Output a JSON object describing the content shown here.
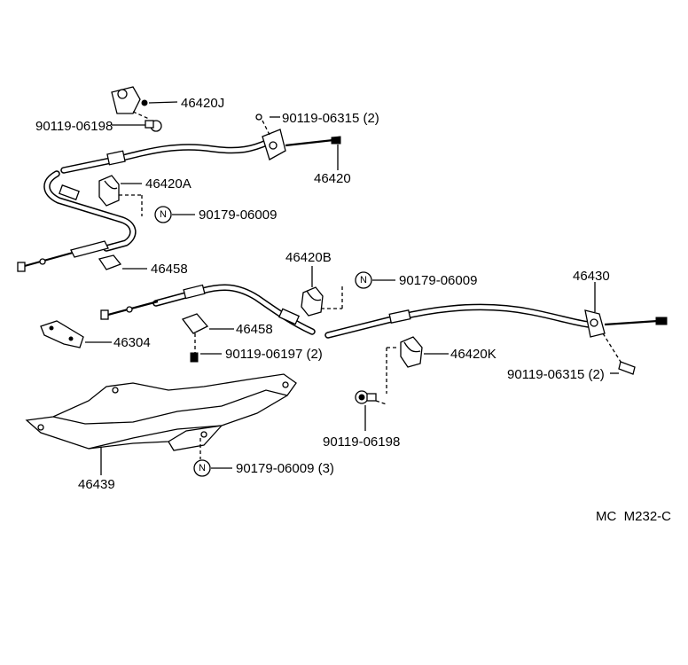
{
  "diagram": {
    "corner_code": "MC  M232-C",
    "labels": {
      "p46420J": "46420J",
      "p90119_06198_top": "90119-06198",
      "p90119_06315_top": "90119-06315 (2)",
      "p46420": "46420",
      "p46420A": "46420A",
      "p90179_06009_a": "90179-06009",
      "p46458_a": "46458",
      "p46420B": "46420B",
      "p90179_06009_b": "90179-06009",
      "p46430": "46430",
      "p46304": "46304",
      "p46458_b": "46458",
      "p90119_06197": "90119-06197 (2)",
      "p46420K": "46420K",
      "p90119_06315_right": "90119-06315 (2)",
      "p90119_06198_bottom": "90119-06198",
      "p90179_06009_c": "90179-06009 (3)",
      "p46439": "46439"
    },
    "n_mark": "N"
  }
}
